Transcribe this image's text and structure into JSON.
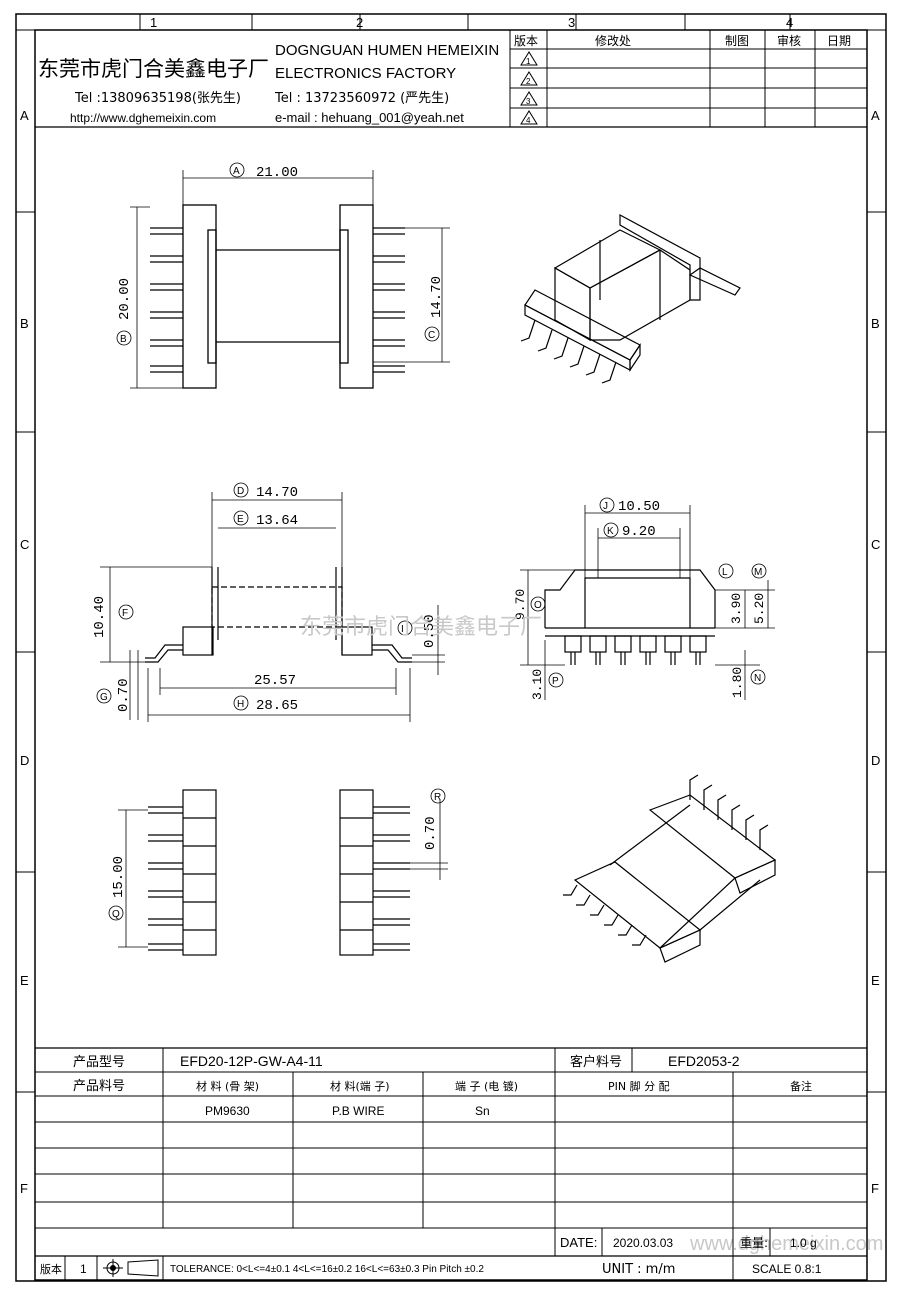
{
  "grid": {
    "cols": [
      "1",
      "2",
      "3",
      "4"
    ],
    "rows": [
      "A",
      "B",
      "C",
      "D",
      "E",
      "F"
    ]
  },
  "header": {
    "company_cn": "东莞市虎门合美鑫电子厂",
    "company_en_1": "DOGNGUAN HUMEN HEMEIXIN",
    "company_en_2": "ELECTRONICS FACTORY",
    "tel_1": "Tel :13809635198(张先生)",
    "url": "http://www.dghemeixin.com",
    "tel_2": "Tel : 13723560972 (严先生)",
    "email": "e-mail : hehuang_001@yeah.net"
  },
  "revision": {
    "col_version": "版本",
    "col_change": "修改处",
    "col_drawn": "制图",
    "col_check": "审核",
    "col_date": "日期",
    "rows": [
      "1",
      "2",
      "3",
      "4"
    ]
  },
  "dimensions": {
    "A": "21.00",
    "B": "20.00",
    "C": "14.70",
    "D": "14.70",
    "E": "13.64",
    "F": "10.40",
    "G": "0.70",
    "H": "28.65",
    "I": "0.50",
    "span": "25.57",
    "J": "10.50",
    "K": "9.20",
    "O": "9.70",
    "M": "5.20",
    "L": "3.90",
    "N": "1.80",
    "P": "3.10",
    "R": "0.70",
    "Q": "15.00"
  },
  "dim_letters": [
    "A",
    "B",
    "C",
    "D",
    "E",
    "F",
    "G",
    "H",
    "I",
    "J",
    "K",
    "L",
    "M",
    "N",
    "O",
    "P",
    "Q",
    "R"
  ],
  "watermark": "东莞市虎门合美鑫电子厂",
  "watermark_2": "www.dghemeixin.com",
  "table": {
    "model_label": "产品型号",
    "model_value": "EFD20-12P-GW-A4-11",
    "cust_label": "客户料号",
    "cust_value": "EFD2053-2",
    "part_label": "产品料号",
    "mat_bobbin": "材 料 (骨 架)",
    "mat_pin": "材 料(端 子)",
    "pin_plating": "端 子 (电 镀)",
    "pin_assign": "PIN 脚 分 配",
    "remark": "备注",
    "mat_bobbin_val": "PM9630",
    "mat_pin_val": "P.B WIRE",
    "pin_plating_val": "Sn",
    "date_label": "DATE:",
    "date_value": "2020.03.03",
    "weight_label": "重量:",
    "weight_value": "1.0 g",
    "unit": "UNIT : m/m",
    "scale": "SCALE  0.8:1",
    "version_label": "版本",
    "version_value": "1",
    "tolerance": "TOLERANCE:  0<L<=4±0.1  4<L<=16±0.2  16<L<=63±0.3  Pin Pitch  ±0.2"
  }
}
